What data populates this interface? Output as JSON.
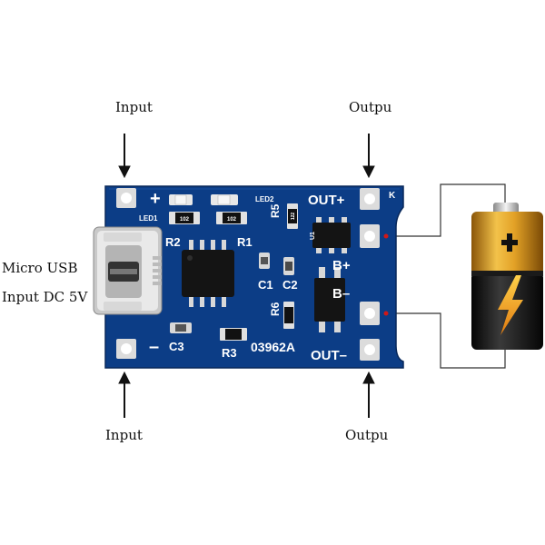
{
  "labels": {
    "input_top": "Input",
    "output_top": "Outpu",
    "input_bottom": "Input",
    "output_bottom": "Outpu",
    "micro_usb": "Micro USB",
    "input_dc": "Input DC 5V"
  },
  "board": {
    "silkscreen": {
      "plus": "+",
      "minus": "–",
      "led1": "LED1",
      "led2": "LED2",
      "out_plus": "OUT+",
      "out_minus": "OUT–",
      "b_plus": "B+",
      "b_minus": "B–",
      "r1": "R1",
      "r2": "R2",
      "r3": "R3",
      "r5": "R5",
      "r6": "R6",
      "c1": "C1",
      "c2": "C2",
      "c3": "C3",
      "u1": "U1",
      "k": "K",
      "part_no": "03962A",
      "res_102a": "102",
      "res_102b": "102",
      "res_122": "122"
    }
  },
  "colors": {
    "board": "#0c3d86",
    "pad": "#e6e6e6",
    "battery_gold": "#d8951c",
    "battery_black": "#1a1a1a",
    "wire": "#333333",
    "dot": "#d01818"
  },
  "icons": {
    "battery": "battery-icon",
    "bolt": "lightning-bolt-icon",
    "arrow": "arrow-down-icon"
  }
}
